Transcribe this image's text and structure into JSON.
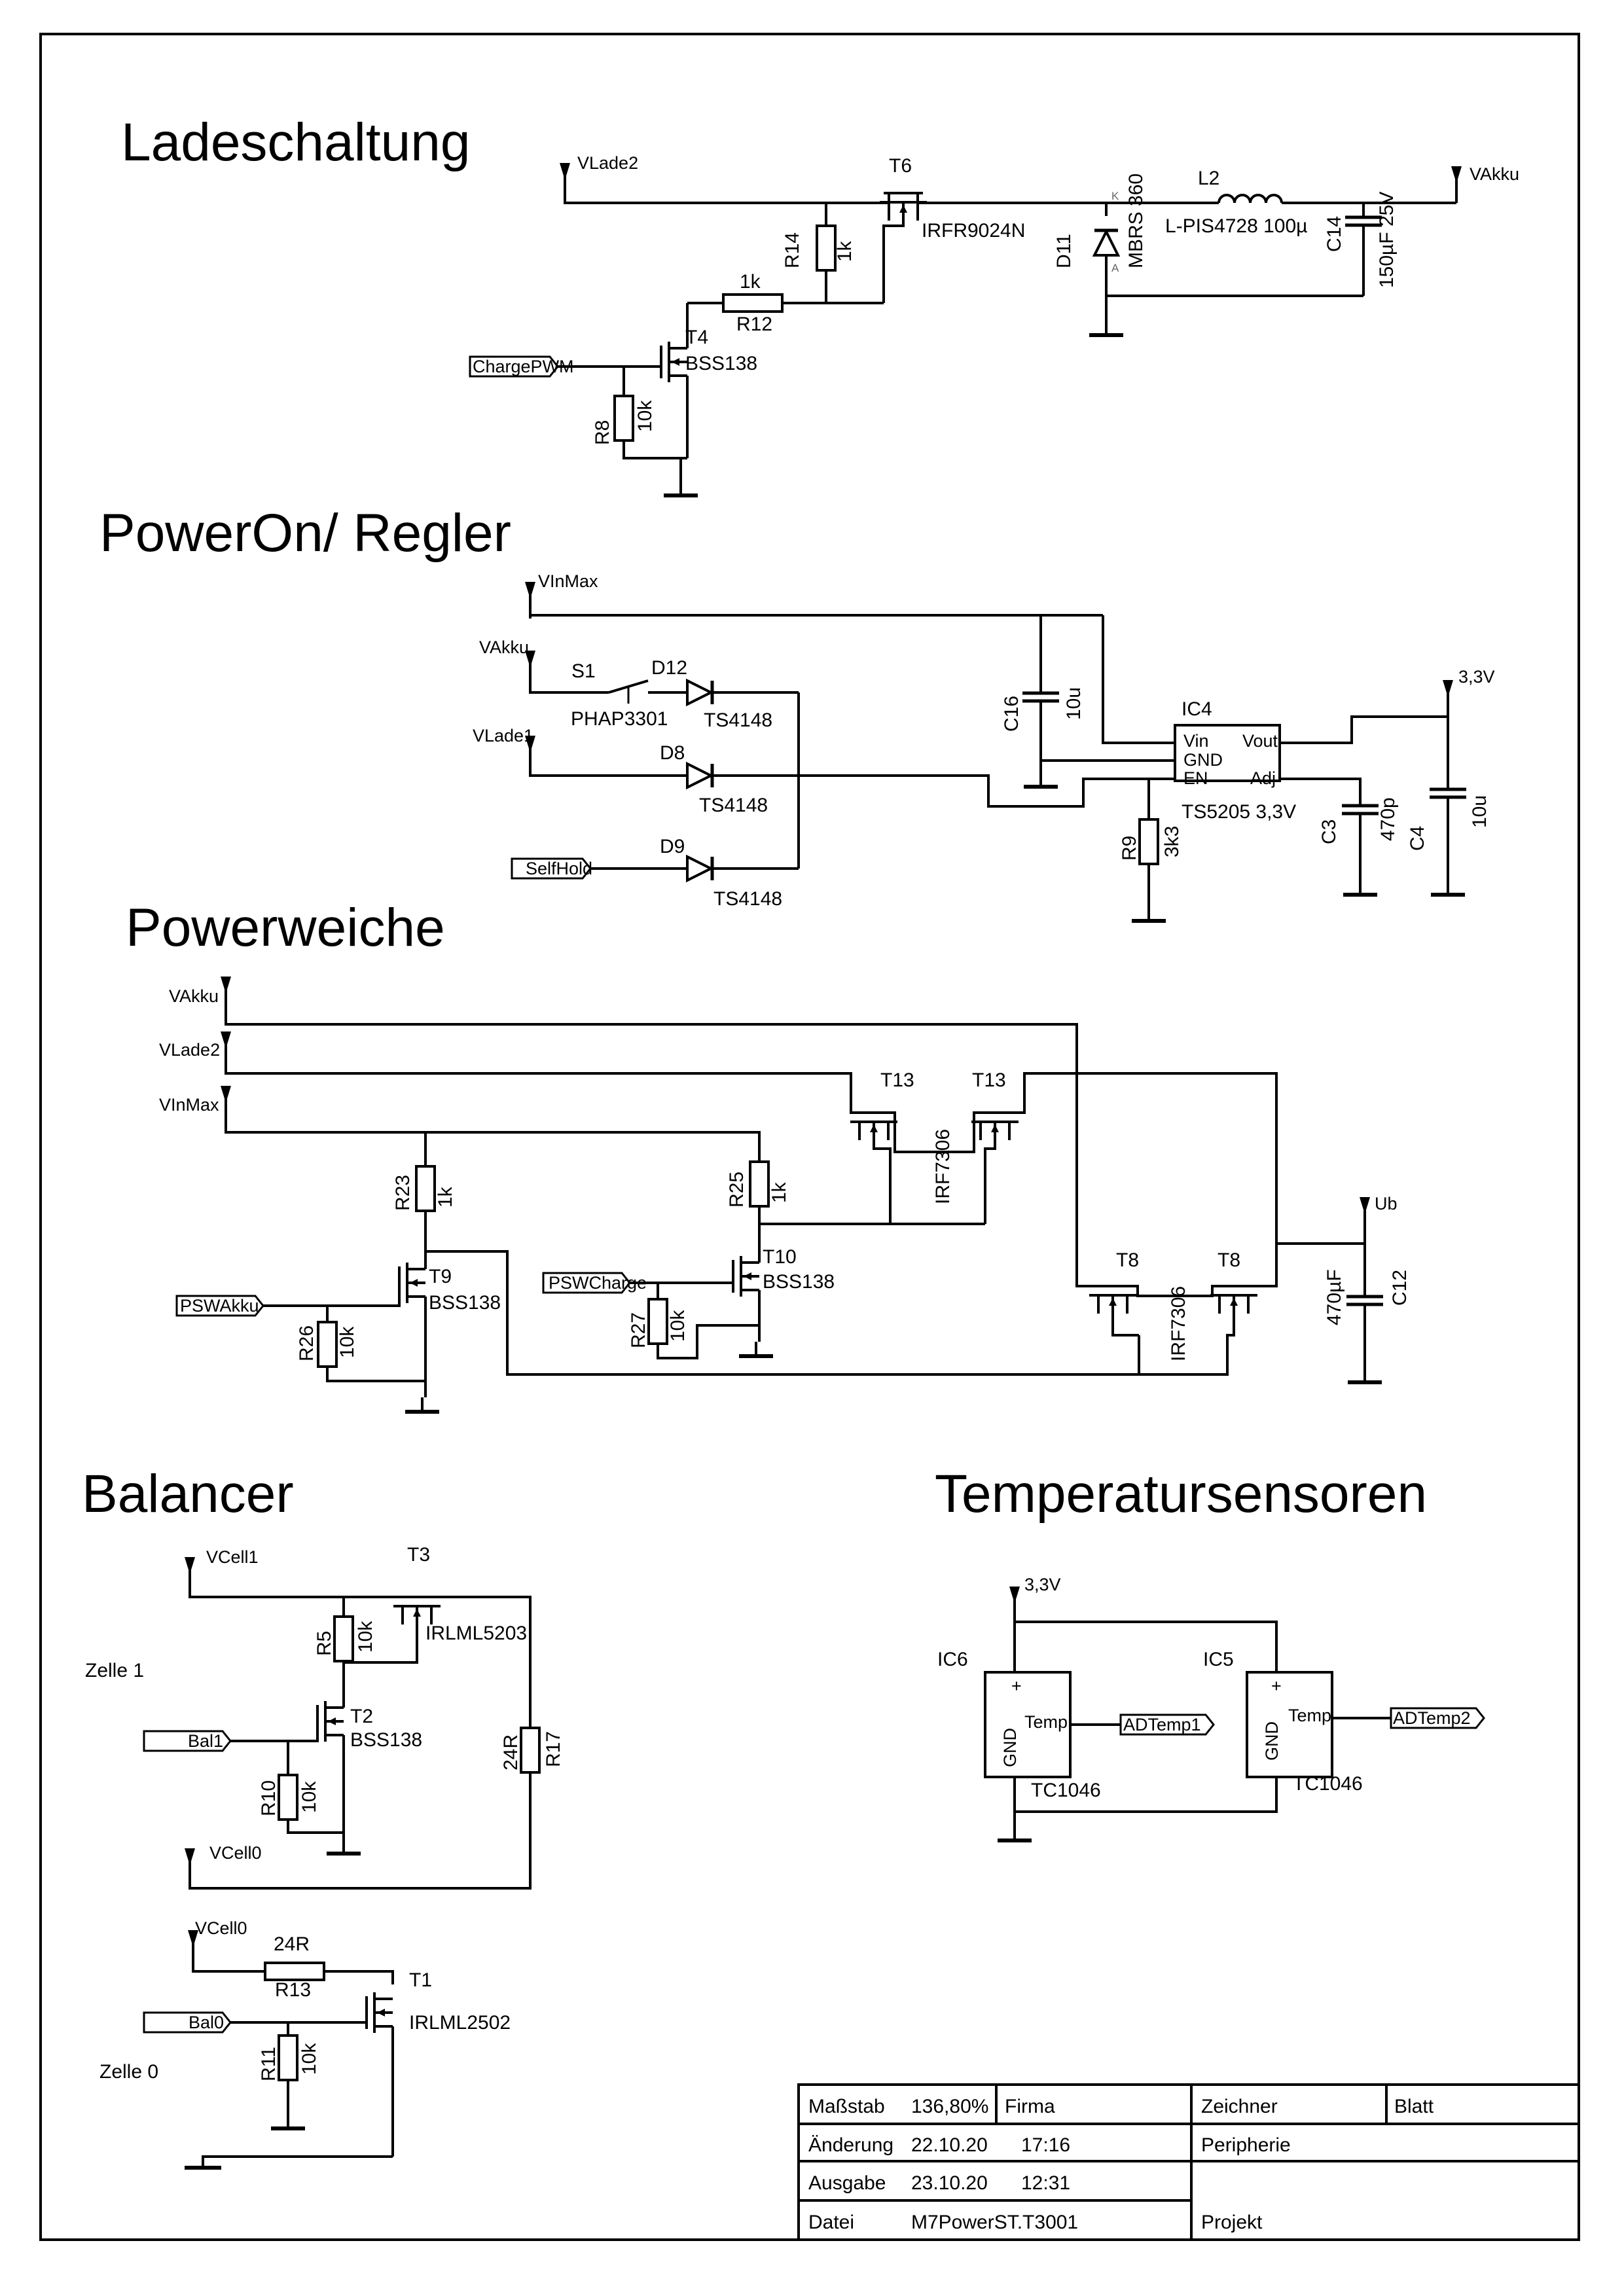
{
  "sections": {
    "ladeschaltung": "Ladeschaltung",
    "poweron": "PowerOn/ Regler",
    "powerweiche": "Powerweiche",
    "balancer": "Balancer",
    "temperatursensoren": "Temperatursensoren"
  },
  "nets": {
    "vlade2": "VLade2",
    "vakku": "VAkku",
    "vinmax": "VInMax",
    "vlade1": "VLade1",
    "v33": "3,3V",
    "ub": "Ub",
    "vcell1": "VCell1",
    "vcell0": "VCell0"
  },
  "ports": {
    "chargepwm": "ChargePWM",
    "selfhold": "SelfHold",
    "pswakku": "PSWAkku",
    "pswcharge": "PSWCharge",
    "bal1": "Bal1",
    "bal0": "Bal0",
    "adtemp1": "ADTemp1",
    "adtemp2": "ADTemp2"
  },
  "components": {
    "t6": {
      "ref": "T6",
      "value": "IRFR9024N"
    },
    "r14": {
      "ref": "R14",
      "value": "1k"
    },
    "r12": {
      "ref": "R12",
      "value": "1k"
    },
    "t4": {
      "ref": "T4",
      "value": "BSS138"
    },
    "r8": {
      "ref": "R8",
      "value": "10k"
    },
    "d11": {
      "ref": "D11",
      "value": "MBRS 360",
      "anode": "A",
      "cathode": "K"
    },
    "l2": {
      "ref": "L2",
      "value": "L-PIS4728 100µ"
    },
    "c14": {
      "ref": "C14",
      "value": "150µF 25V"
    },
    "s1": {
      "ref": "S1",
      "value": "PHAP3301"
    },
    "d12": {
      "ref": "D12",
      "value": "TS4148"
    },
    "d8": {
      "ref": "D8",
      "value": "TS4148"
    },
    "d9": {
      "ref": "D9",
      "value": "TS4148"
    },
    "c16": {
      "ref": "C16",
      "value": "10u"
    },
    "ic4": {
      "ref": "IC4",
      "value": "TS5205 3,3V",
      "pins": [
        "Vin",
        "GND",
        "EN",
        "Vout",
        "Adj"
      ]
    },
    "r9": {
      "ref": "R9",
      "value": "3k3"
    },
    "c3": {
      "ref": "C3",
      "value": "470p"
    },
    "c4": {
      "ref": "C4",
      "value": "10u"
    },
    "t13a": {
      "ref": "T13"
    },
    "t13b": {
      "ref": "T13"
    },
    "t13": {
      "value": "IRF7306"
    },
    "r23": {
      "ref": "R23",
      "value": "1k"
    },
    "r25": {
      "ref": "R25",
      "value": "1k"
    },
    "t9": {
      "ref": "T9",
      "value": "BSS138"
    },
    "t10": {
      "ref": "T10",
      "value": "BSS138"
    },
    "r26": {
      "ref": "R26",
      "value": "10k"
    },
    "r27": {
      "ref": "R27",
      "value": "10k"
    },
    "t8a": {
      "ref": "T8"
    },
    "t8b": {
      "ref": "T8"
    },
    "t8": {
      "value": "IRF7306"
    },
    "c12": {
      "ref": "C12",
      "value": "470µF"
    },
    "t3": {
      "ref": "T3",
      "value": "IRLML5203"
    },
    "r5": {
      "ref": "R5",
      "value": "10k"
    },
    "t2": {
      "ref": "T2",
      "value": "BSS138"
    },
    "r10": {
      "ref": "R10",
      "value": "10k"
    },
    "r17": {
      "ref": "R17",
      "value": "24R"
    },
    "r13": {
      "ref": "R13",
      "value": "24R"
    },
    "t1": {
      "ref": "T1",
      "value": "IRLML2502"
    },
    "r11": {
      "ref": "R11",
      "value": "10k"
    },
    "ic6": {
      "ref": "IC6",
      "value": "TC1046",
      "pins": [
        "+",
        "Temp",
        "GND"
      ]
    },
    "ic5": {
      "ref": "IC5",
      "value": "TC1046",
      "pins": [
        "+",
        "Temp",
        "GND"
      ]
    }
  },
  "cells": {
    "zelle1": "Zelle 1",
    "zelle0": "Zelle 0"
  },
  "title_block": {
    "massstab_label": "Maßstab",
    "massstab_value": "136,80%",
    "firma_label": "Firma",
    "zeichner_label": "Zeichner",
    "blatt_label": "Blatt",
    "aenderung_label": "Änderung",
    "aenderung_date": "22.10.20",
    "aenderung_time": "17:16",
    "ausgabe_label": "Ausgabe",
    "ausgabe_date": "23.10.20",
    "ausgabe_time": "12:31",
    "datei_label": "Datei",
    "datei_value": "M7PowerST.T3001",
    "peripherie": "Peripherie",
    "projekt_label": "Projekt"
  }
}
